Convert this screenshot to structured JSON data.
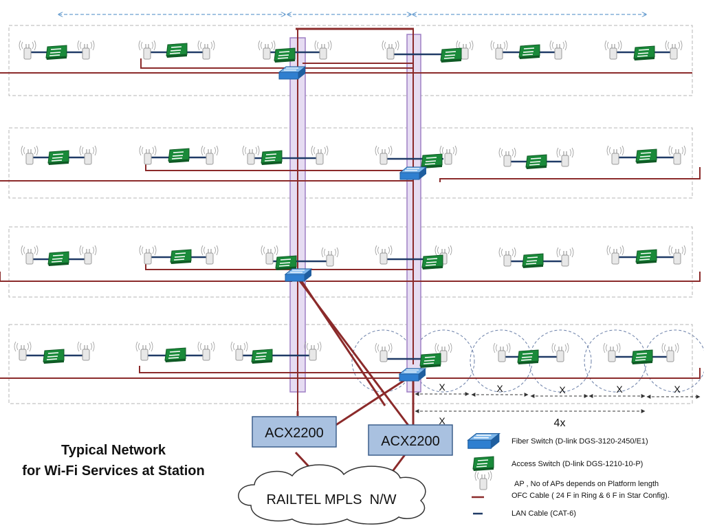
{
  "title": {
    "line1": "Typical Network",
    "line2": "for Wi-Fi Services at Station"
  },
  "routers": [
    {
      "label": "ACX2200"
    },
    {
      "label": "ACX2200"
    }
  ],
  "cloud": {
    "label": "RAILTEL MPLS  N/W"
  },
  "spacing": {
    "x_label": "X",
    "total_label": "4x"
  },
  "legend": [
    {
      "icon": "fiber-switch-icon",
      "text": "Fiber Switch (D-link DGS-3120-2450/E1)"
    },
    {
      "icon": "access-switch-icon",
      "text": "Access Switch (D-link DGS-1210-10-P)"
    },
    {
      "icon": "access-point-icon",
      "text": "AP , No of APs depends on Platform length"
    },
    {
      "icon": "ofc-cable-icon",
      "text": "OFC Cable ( 24 F in Ring & 6 F in Star  Config)."
    },
    {
      "icon": "lan-cable-icon",
      "text": "LAN Cable (CAT-6)"
    }
  ],
  "colors": {
    "ofc_cable": "#8b2a2a",
    "lan_cable": "#1f3a66",
    "access_switch": "#1a8a3a",
    "fiber_switch": "#2f7fd0",
    "router_fill": "#a9c1e0",
    "pillar_fill": "#e6dcf2",
    "pillar_stroke": "#9d7fc4",
    "arrow": "#6a9fd0"
  }
}
